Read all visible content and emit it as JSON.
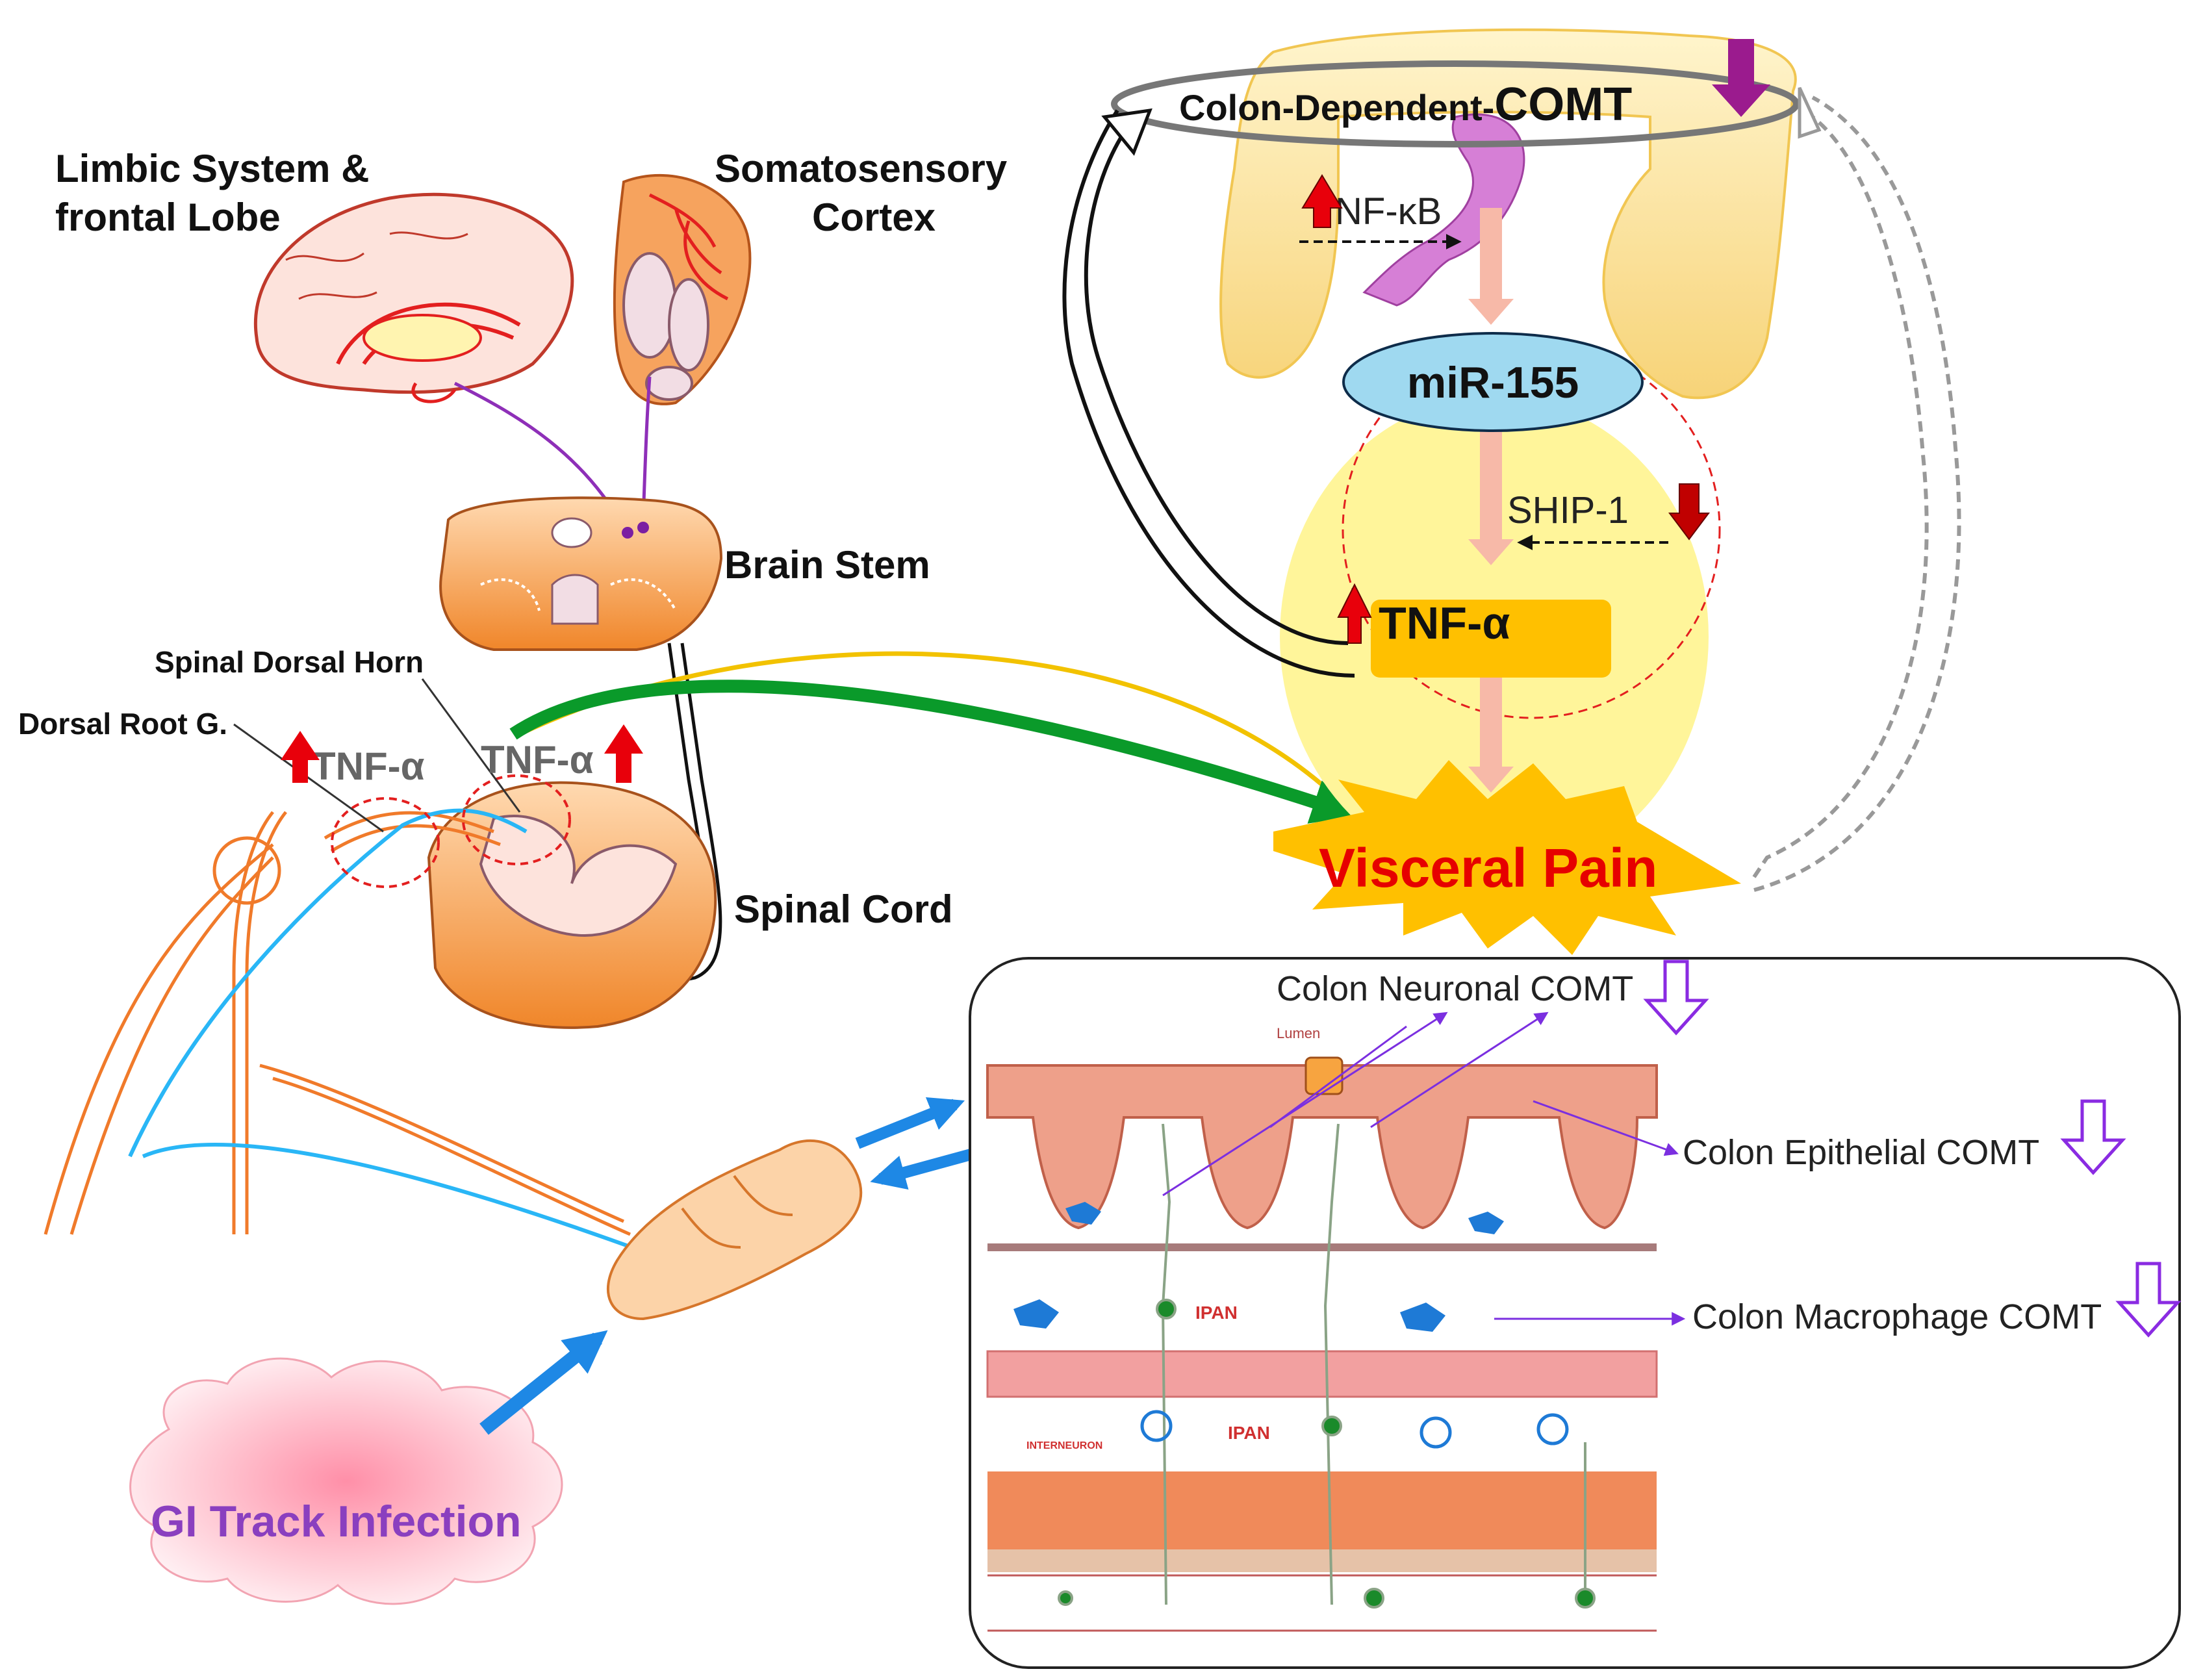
{
  "labels": {
    "limbic_line1": "Limbic System &",
    "limbic_line2": "frontal Lobe",
    "somato_line1": "Somatosensory",
    "somato_line2": "Cortex",
    "brain_stem": "Brain Stem",
    "spinal_dorsal_horn": "Spinal Dorsal Horn",
    "dorsal_root": "Dorsal Root G.",
    "spinal_cord": "Spinal Cord",
    "tnf_left": "TNF-α",
    "tnf_right": "TNF-α",
    "gi_infection": "GI Track Infection"
  },
  "pathway": {
    "comt_prefix": "Colon-Dependent-",
    "comt_main": "COMT",
    "nfkb": "NF-κB",
    "mir155": "miR-155",
    "ship1": "SHIP-1",
    "tnf": "TNF-α",
    "visceral_pain": "Visceral Pain"
  },
  "colon_panel": {
    "neuronal": "Colon Neuronal COMT",
    "epithelial": "Colon Epithelial COMT",
    "macrophage": "Colon Macrophage COMT",
    "lumen": "Lumen",
    "ipan_1": "IPAN",
    "ipan_2": "IPAN",
    "interneuron": "INTERNEURON"
  },
  "colors": {
    "up_arrow": "#e8000b",
    "down_arrow_dark": "#c00000",
    "comt_down_arrow": "#9b1b8e",
    "hollow_down_arrow": "#8a2be2",
    "visceral_pain_text": "#e60000",
    "visceral_pain_burst": "#ffc000",
    "mir155_fill": "#9fd9f0",
    "tnf_box": "#ffc000",
    "cell_ellipse": "#fff59a",
    "gi_text": "#8a3fbf",
    "blue_arrow": "#1e88e5"
  }
}
